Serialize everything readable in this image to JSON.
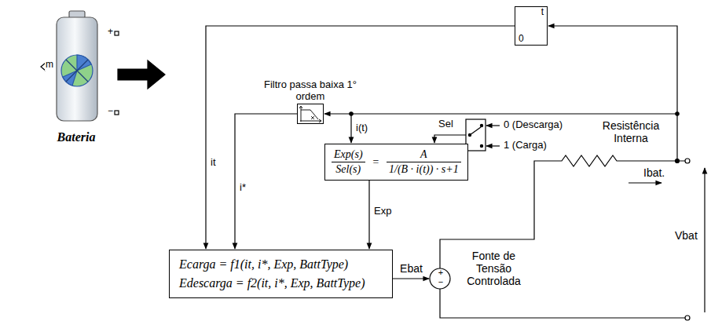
{
  "diagram": {
    "nodes": [
      {
        "text": [
          "Bateria"
        ]
      },
      {
        "text": [
          "t",
          "0"
        ]
      },
      {
        "text": [
          "Filtro passa baixa 1° ordem"
        ]
      },
      {
        "text": [
          "Exp(s)",
          "Sel(s)",
          "=",
          "A",
          "1/(B · i(t)) · s+1"
        ]
      },
      {
        "text": [
          "Ecarga = f1(it, i*, Exp, BattType)",
          "Edescarga = f2(it, i*, Exp, BattType)"
        ]
      }
    ],
    "edges": [
      {
        "from": 1,
        "to": 4,
        "arrow": "to",
        "label": "it"
      },
      {
        "from": 2,
        "to": 4,
        "arrow": "to",
        "label": "i*"
      },
      {
        "from": 3,
        "to": 4,
        "arrow": "to",
        "label": "Exp"
      }
    ],
    "labels": [
      "m",
      "+",
      "−",
      "i(t)",
      "Sel",
      "0 (Descarga)",
      "1 (Carga)",
      "Resistência Interna",
      "Ibat.",
      "Vbat",
      "Ebat",
      "+",
      "−",
      "Fonte de Tensão Controlada"
    ]
  }
}
